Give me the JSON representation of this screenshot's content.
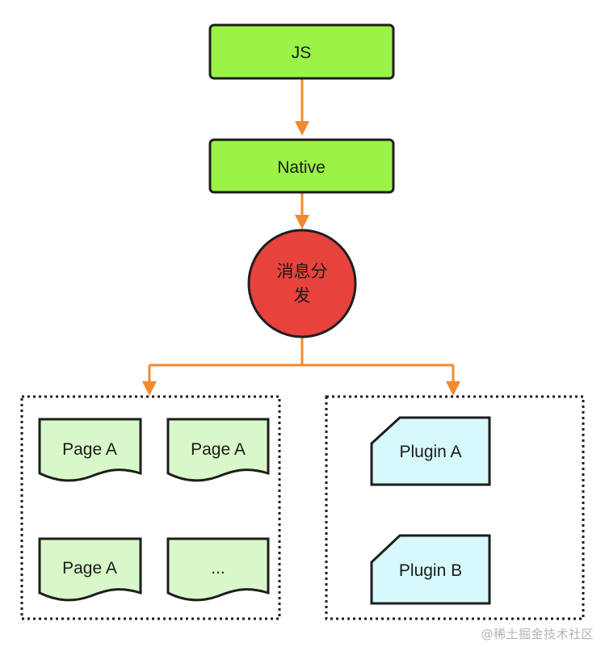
{
  "nodes": {
    "js": "JS",
    "native": "Native",
    "dispatch_line1": "消息分",
    "dispatch_line2": "发",
    "pages": [
      "Page A",
      "Page A",
      "Page A",
      "..."
    ],
    "plugins": [
      "Plugin A",
      "Plugin B"
    ]
  },
  "watermark": "@稀土掘金技术社区",
  "colors": {
    "process_fill": "#9af346",
    "dispatch_fill": "#e8423c",
    "page_fill": "#d9f8c9",
    "plugin_fill": "#d6f9fb",
    "arrow": "#f08a2c",
    "outline": "#1e1e1e"
  }
}
